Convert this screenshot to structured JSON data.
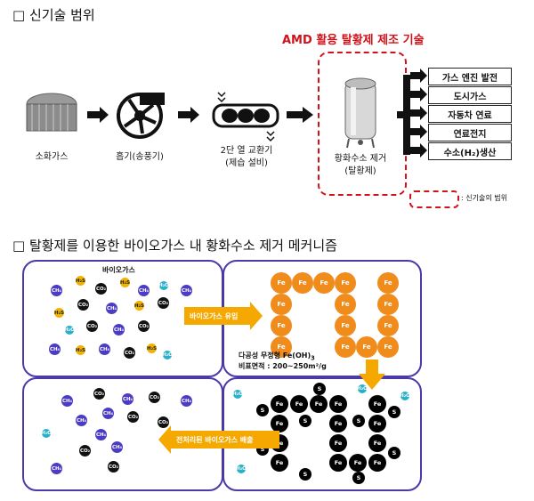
{
  "section1": {
    "title": "□ 신기술 범위"
  },
  "amd_title": "AMD 활용 탈황제 제조 기술",
  "process": {
    "digester_label": "소화가스",
    "blower_label": "흡기(송풍기)",
    "heat_exchanger_label_1": "2단 열 교환기",
    "heat_exchanger_label_2": "(제습 설비)",
    "h2s_removal_label_1": "황화수소 제거",
    "h2s_removal_label_2": "(탈황제)"
  },
  "outputs": [
    "가스 엔진 발전",
    "도시가스",
    "자동차 연료",
    "연료전지",
    "수소(H₂)생산"
  ],
  "legend": {
    "label": ": 신기술의 범위"
  },
  "section2": {
    "title": "□ 탈황제를 이용한 바이오가스 내 황화수소 제거 메커니즘"
  },
  "mechanism": {
    "biogas_label": "바이오가스",
    "inflow_label": "바이오가스 유입",
    "adsorbent_label_1": "다공성 무정형 Fe(OH)",
    "adsorbent_label_1_sub": "3",
    "adsorbent_label_2": "비표면적 : 200~250m²/g",
    "outflow_label": "전처리된 바이오가스 배출"
  },
  "molecules": {
    "h2s": "H₂S",
    "co2": "CO₂",
    "ch4": "CH₄",
    "h2o": "H₂O",
    "fe": "Fe",
    "s": "S"
  },
  "colors": {
    "red": "#d0121b",
    "panel_border": "#4a3aa8",
    "orange": "#f08c1c",
    "arrow": "#f5a800"
  }
}
